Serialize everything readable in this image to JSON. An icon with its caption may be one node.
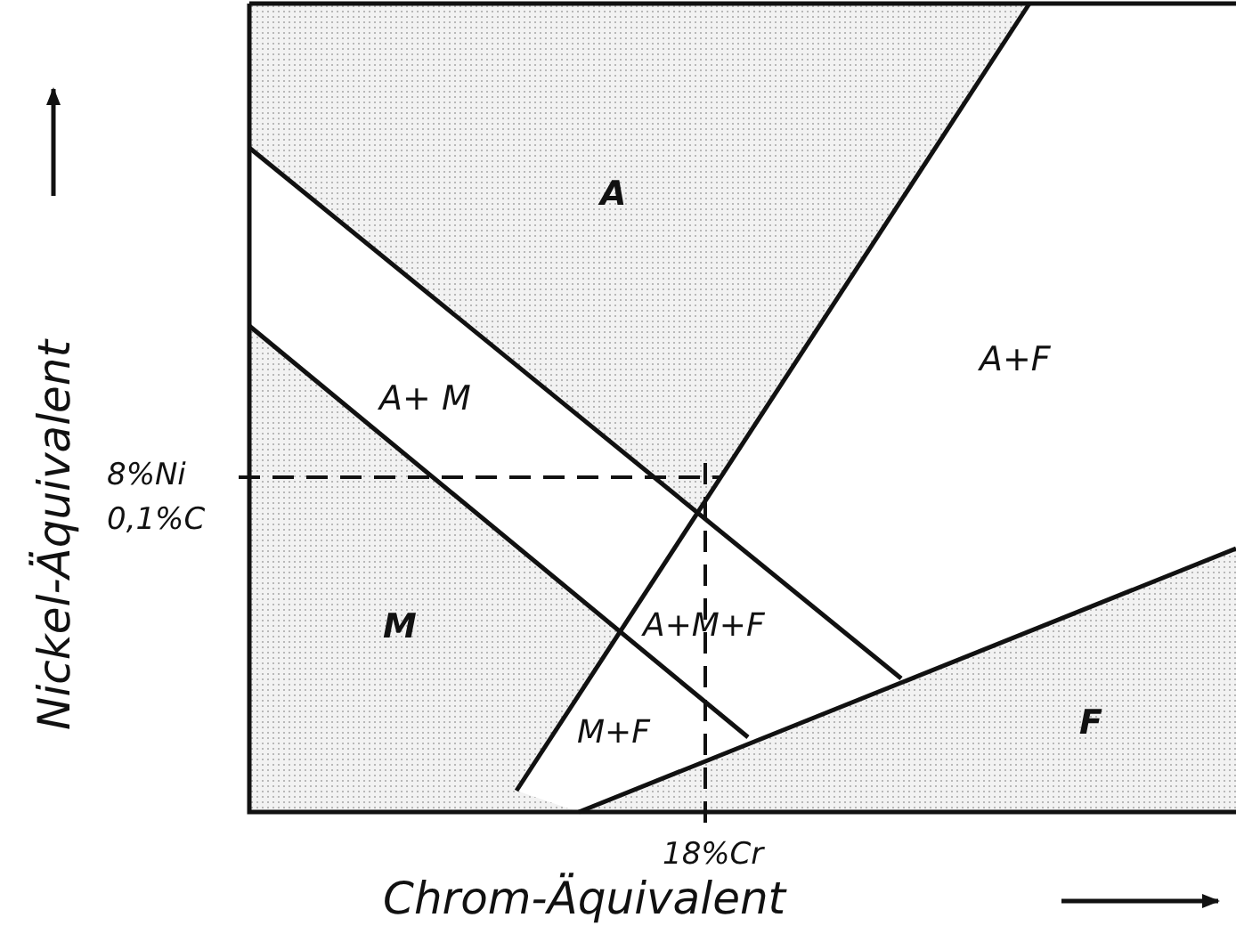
{
  "diagram": {
    "labels": [
      "A",
      "A+ M",
      "A+F",
      "8%Ni",
      "0,1%C",
      "M",
      "A+M+F",
      "M+F",
      "F",
      "18%Cr",
      "Chrom-Äquivalent",
      "Nickel-Äquivalent"
    ]
  }
}
